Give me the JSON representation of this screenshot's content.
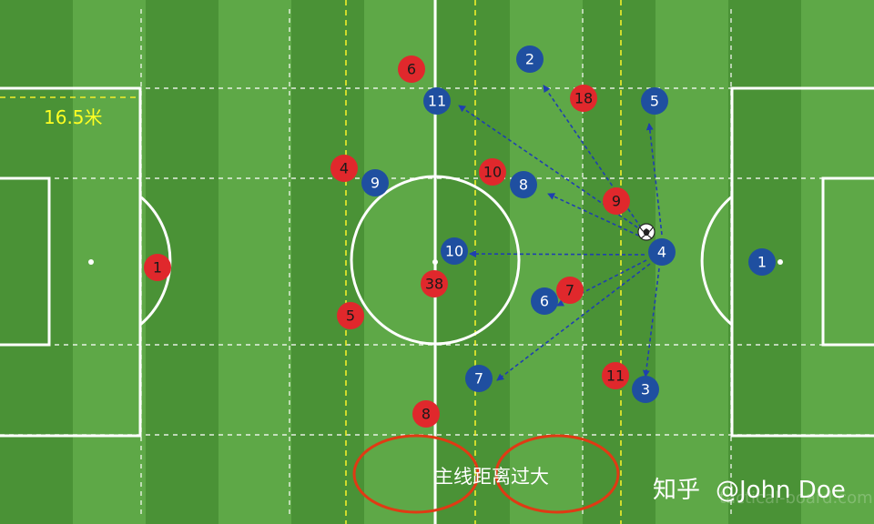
{
  "annotations": {
    "penalty_area_label": "16.5米",
    "note": "主线距离过大"
  },
  "watermark": {
    "platform": "知乎",
    "author": "@John Doe",
    "faint": "tactical-board.com"
  },
  "colors": {
    "pitch_light": "#5ea847",
    "pitch_dark": "#4a9236",
    "line": "#ffffff",
    "red_team": "#e0282c",
    "blue_team": "#1f4fa0",
    "pass_arrow": "#1f3fb0",
    "guide_line": "#f2ee2a",
    "highlight_ellipse": "#e03a14"
  },
  "red_players": [
    "6",
    "18",
    "4",
    "10",
    "9",
    "1",
    "38",
    "5",
    "7",
    "11",
    "8"
  ],
  "blue_players": [
    "2",
    "11",
    "5",
    "9",
    "8",
    "10",
    "4",
    "6",
    "1",
    "7",
    "3"
  ]
}
